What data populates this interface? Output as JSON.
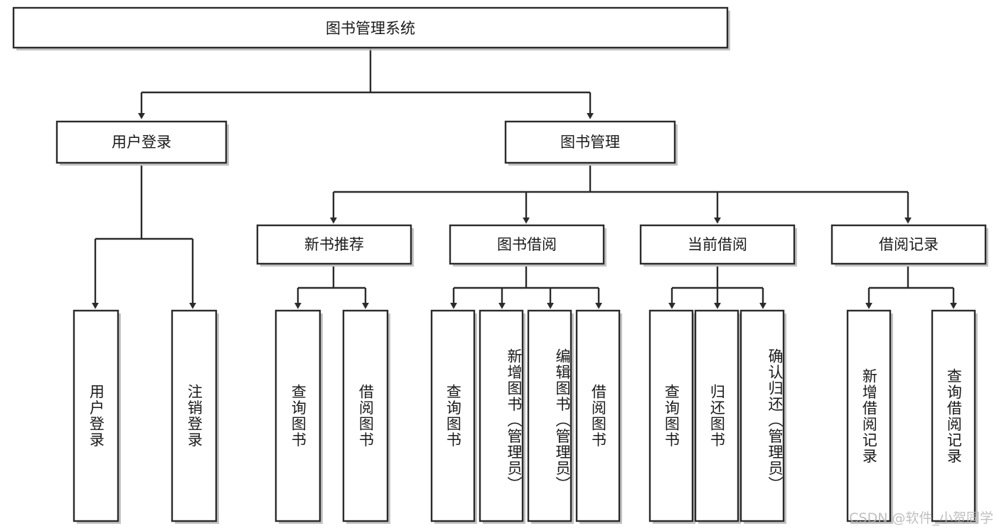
{
  "diagram": {
    "type": "tree",
    "title": "图书管理系统",
    "root": {
      "id": "root",
      "label": "图书管理系统"
    },
    "level2": [
      {
        "id": "user-login",
        "label": "用户登录"
      },
      {
        "id": "book-manage",
        "label": "图书管理"
      }
    ],
    "level3": [
      {
        "id": "new-book-rec",
        "label": "新书推荐",
        "parent": "book-manage"
      },
      {
        "id": "book-borrow",
        "label": "图书借阅",
        "parent": "book-manage"
      },
      {
        "id": "current-borrow",
        "label": "当前借阅",
        "parent": "book-manage"
      },
      {
        "id": "borrow-record",
        "label": "借阅记录",
        "parent": "book-manage"
      }
    ],
    "leaves": [
      {
        "id": "leaf-user-login",
        "label": "用户登录",
        "parent": "user-login"
      },
      {
        "id": "leaf-logout",
        "label": "注销登录",
        "parent": "user-login"
      },
      {
        "id": "leaf-query-book-1",
        "label": "查询图书",
        "parent": "new-book-rec"
      },
      {
        "id": "leaf-borrow-book-1",
        "label": "借阅图书",
        "parent": "new-book-rec"
      },
      {
        "id": "leaf-query-book-2",
        "label": "查询图书",
        "parent": "book-borrow"
      },
      {
        "id": "leaf-add-book",
        "label": "新增图书（管理员）",
        "parent": "book-borrow"
      },
      {
        "id": "leaf-edit-book",
        "label": "编辑图书（管理员）",
        "parent": "book-borrow"
      },
      {
        "id": "leaf-borrow-book-2",
        "label": "借阅图书",
        "parent": "book-borrow"
      },
      {
        "id": "leaf-query-book-3",
        "label": "查询图书",
        "parent": "current-borrow"
      },
      {
        "id": "leaf-return-book",
        "label": "归还图书",
        "parent": "current-borrow"
      },
      {
        "id": "leaf-confirm-return",
        "label": "确认归还（管理员）",
        "parent": "current-borrow"
      },
      {
        "id": "leaf-add-record",
        "label": "新增借阅记录",
        "parent": "borrow-record"
      },
      {
        "id": "leaf-query-record",
        "label": "查询借阅记录",
        "parent": "borrow-record"
      }
    ],
    "colors": {
      "box_fill": "#ffffff",
      "box_stroke": "#2b2b2b",
      "connector": "#2b2b2b",
      "text": "#1a1a1a",
      "background": "#ffffff",
      "watermark": "#b4b4b4"
    }
  },
  "watermark": {
    "text": "CSDN @软件_小贺同学"
  }
}
